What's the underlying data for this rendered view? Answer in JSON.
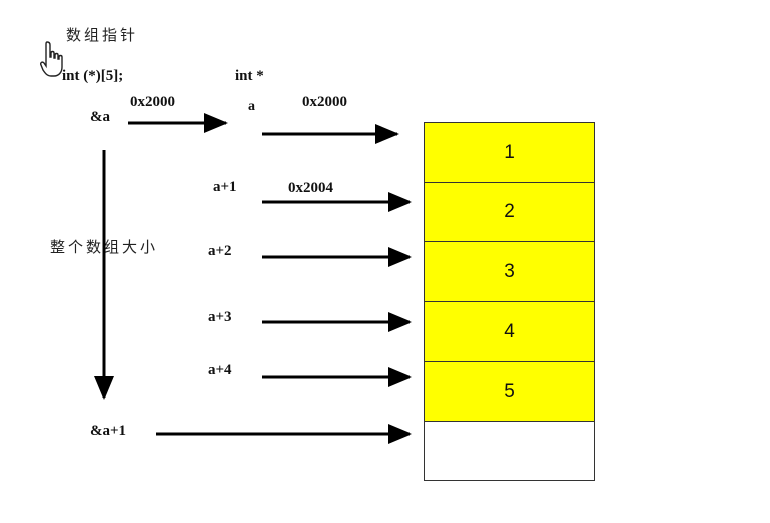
{
  "title": "数组指针",
  "decl_array_ptr": "int (*)[5];",
  "decl_int_ptr": "int *",
  "side_label": "整个数组大小",
  "pointer_labels": {
    "amp_a": "&a",
    "amp_a_plus_1": "&a+1",
    "a": "a",
    "a1": "a+1",
    "a2": "a+2",
    "a3": "a+3",
    "a4": "a+4"
  },
  "addresses": {
    "amp_a_addr": "0x2000",
    "a_addr": "0x2000",
    "a1_addr": "0x2004"
  },
  "cells": [
    {
      "value": "1",
      "filled": true
    },
    {
      "value": "2",
      "filled": true
    },
    {
      "value": "3",
      "filled": true
    },
    {
      "value": "4",
      "filled": true
    },
    {
      "value": "5",
      "filled": true
    },
    {
      "value": "",
      "filled": false
    }
  ],
  "colors": {
    "cell_fill": "#ffff00",
    "arrow": "#000000"
  }
}
